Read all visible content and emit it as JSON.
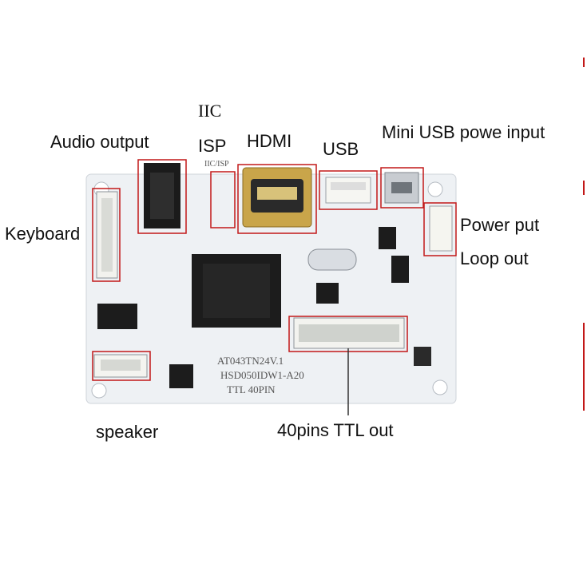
{
  "labels": {
    "iic": "IIC",
    "isp": "ISP",
    "audio_output": "Audio output",
    "hdmi": "HDMI",
    "usb": "USB",
    "mini_usb": "Mini USB powe input",
    "keyboard": "Keyboard",
    "power_put": "Power put",
    "loop_out": "Loop out",
    "speaker": "speaker",
    "ttl_out": "40pins TTL out"
  },
  "silkscreen": {
    "iic_isp": "IIC/ISP",
    "model_1": "AT043TN24V.1",
    "model_2": "HSD050IDW1-A20",
    "model_3": "TTL  40PIN"
  },
  "colors": {
    "highlight_box": "#c21818",
    "board": "#eef1f4",
    "chip": "#1c1c1c",
    "text": "#111111"
  }
}
